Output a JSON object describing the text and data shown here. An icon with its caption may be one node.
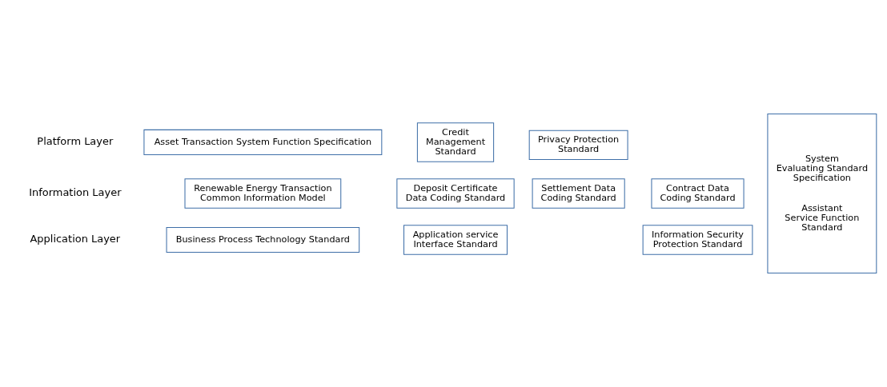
{
  "diagram": {
    "nodes": [
      {
        "text": [
          "Business Process Technology Standard"
        ]
      },
      {
        "text": [
          "Application service Interface Standard"
        ]
      },
      {
        "text": [
          "Information Security Protection Standard"
        ]
      },
      {
        "text": [
          "System Evaluating Standard Specification",
          "Assistant Service Function Standard"
        ]
      },
      {
        "text": [
          "Asset Transaction System Function Specification"
        ]
      },
      {
        "text": [
          "Credit Management Standard"
        ]
      },
      {
        "text": [
          "Privacy Protection Standard"
        ]
      },
      {
        "text": [
          "Renewable Energy Transaction Common Information Model"
        ]
      },
      {
        "text": [
          "Deposit Certificate Data Coding Standard"
        ]
      },
      {
        "text": [
          "Settlement Data Coding Standard"
        ]
      },
      {
        "text": [
          "Contract Data Coding Standard"
        ]
      }
    ],
    "labels": [
      "Application Layer",
      "Platform Layer",
      "Information Layer"
    ]
  }
}
